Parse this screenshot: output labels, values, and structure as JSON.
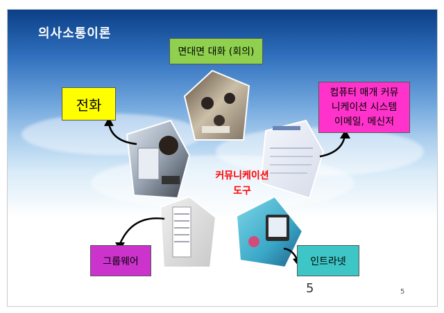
{
  "slide": {
    "title": "의사소통이론",
    "hub_label_line1": "커뮤니케이션",
    "hub_label_line2": "도구",
    "boxes": {
      "face_to_face": "면대면 대화 (회의)",
      "telephone": "전화",
      "cmc_line1": "컴퓨터 매개 커뮤",
      "cmc_line2": "니케이션 시스템",
      "cmc_line3": "이메일, 메신저",
      "groupware": "그룹웨어",
      "intranet": "인트라넷"
    },
    "page_number": "5",
    "page_number_small": "5"
  },
  "colors": {
    "face_to_face": "#8fd14f",
    "telephone": "#ffff00",
    "cmc": "#ff33cc",
    "groupware": "#cc33cc",
    "intranet": "#3ec6c6",
    "hub_label": "#ff0000"
  }
}
